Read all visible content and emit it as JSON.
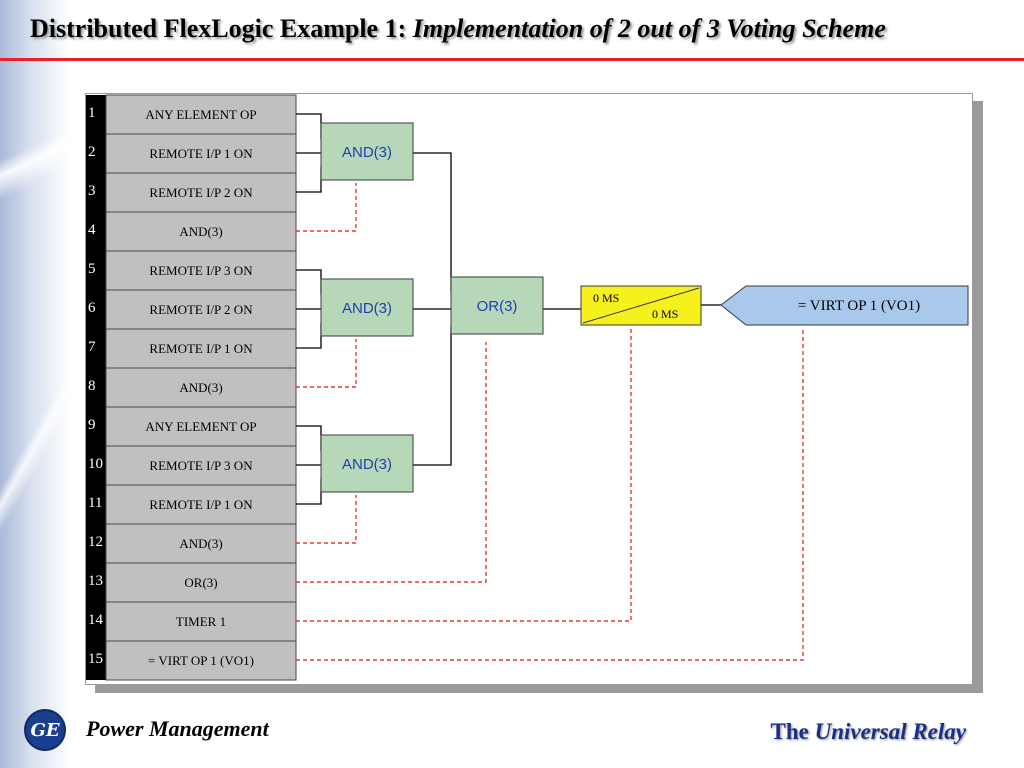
{
  "slide": {
    "title_bold": "Distributed FlexLogic Example 1:",
    "title_italic": "Implementation of 2 out of 3 Voting Scheme"
  },
  "footer": {
    "left_text": "Power Management",
    "logo_text": "GE",
    "right_prefix": "The",
    "right_italic": "Universal Relay"
  },
  "diagram": {
    "rows": [
      {
        "num": "1",
        "label": "ANY ELEMENT OP"
      },
      {
        "num": "2",
        "label": "REMOTE I/P 1 ON"
      },
      {
        "num": "3",
        "label": "REMOTE I/P 2 ON"
      },
      {
        "num": "4",
        "label": "AND(3)"
      },
      {
        "num": "5",
        "label": "REMOTE I/P 3 ON"
      },
      {
        "num": "6",
        "label": "REMOTE I/P 2 ON"
      },
      {
        "num": "7",
        "label": "REMOTE I/P 1 ON"
      },
      {
        "num": "8",
        "label": "AND(3)"
      },
      {
        "num": "9",
        "label": "ANY ELEMENT OP"
      },
      {
        "num": "10",
        "label": "REMOTE I/P 3 ON"
      },
      {
        "num": "11",
        "label": "REMOTE I/P 1 ON"
      },
      {
        "num": "12",
        "label": "AND(3)"
      },
      {
        "num": "13",
        "label": "OR(3)"
      },
      {
        "num": "14",
        "label": "TIMER 1"
      },
      {
        "num": "15",
        "label": "= VIRT OP 1 (VO1)"
      }
    ],
    "gates": {
      "and1": "AND(3)",
      "and2": "AND(3)",
      "and3": "AND(3)",
      "or": "OR(3)"
    },
    "timer": {
      "pickup": "0 MS",
      "dropout": "0 MS"
    },
    "output": "= VIRT OP 1 (VO1)",
    "colors": {
      "row_fill": "#c0c0c0",
      "number_strip": "#000000",
      "gate_fill": "#b7d7b9",
      "gate_text": "#1f3fb0",
      "timer_fill": "#f6f01c",
      "output_fill": "#a9c9ec",
      "dashed_link": "#e83a2a"
    }
  }
}
